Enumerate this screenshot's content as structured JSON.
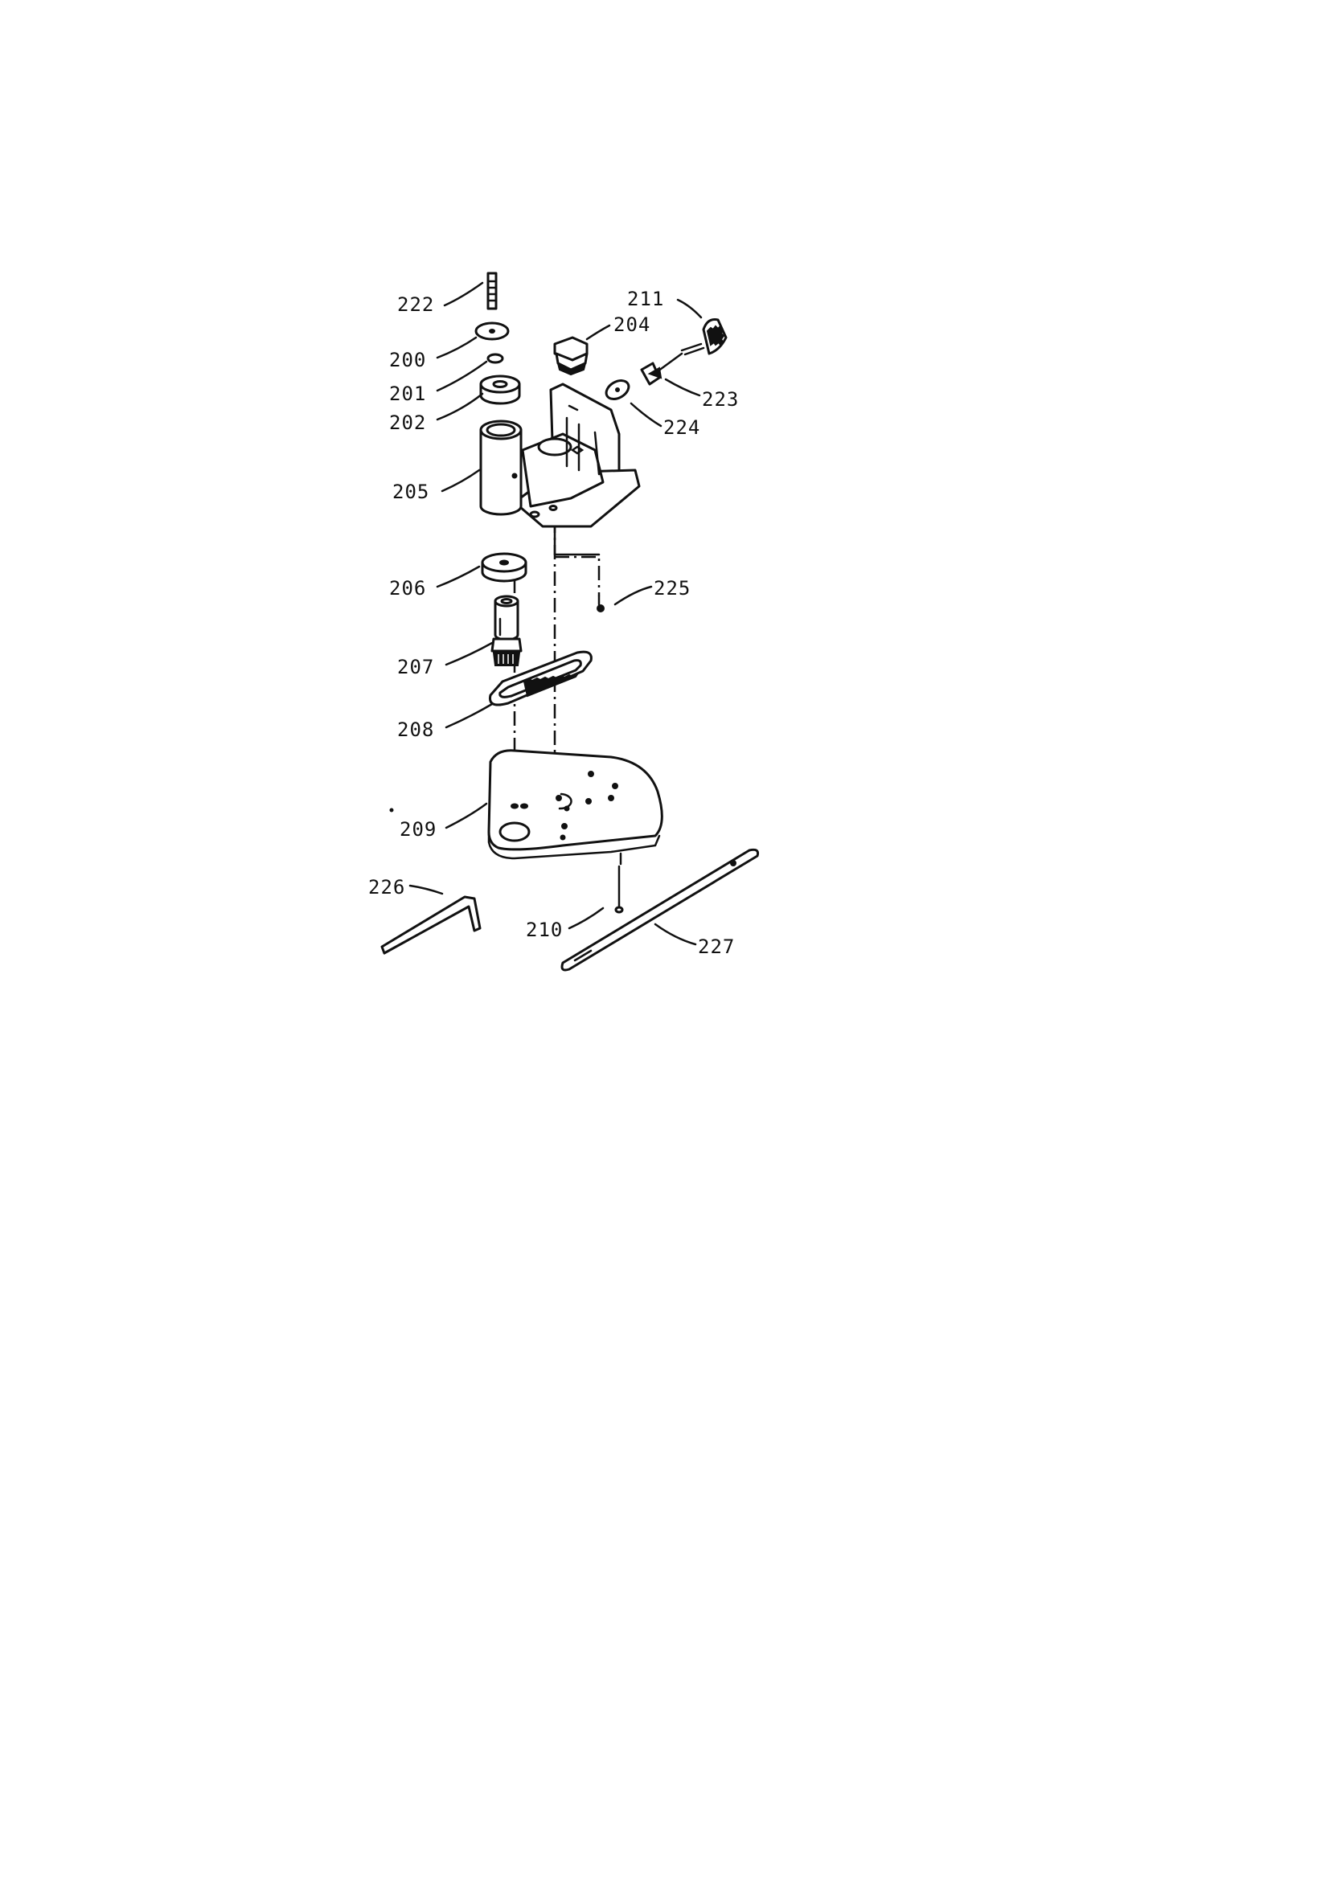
{
  "diagram": {
    "callouts": {
      "c222": "222",
      "c200": "200",
      "c201": "201",
      "c202": "202",
      "c205": "205",
      "c206": "206",
      "c207": "207",
      "c208": "208",
      "c209": "209",
      "c226": "226",
      "c210": "210",
      "c227": "227",
      "c211": "211",
      "c204": "204",
      "c223": "223",
      "c224": "224",
      "c225": "225"
    }
  }
}
